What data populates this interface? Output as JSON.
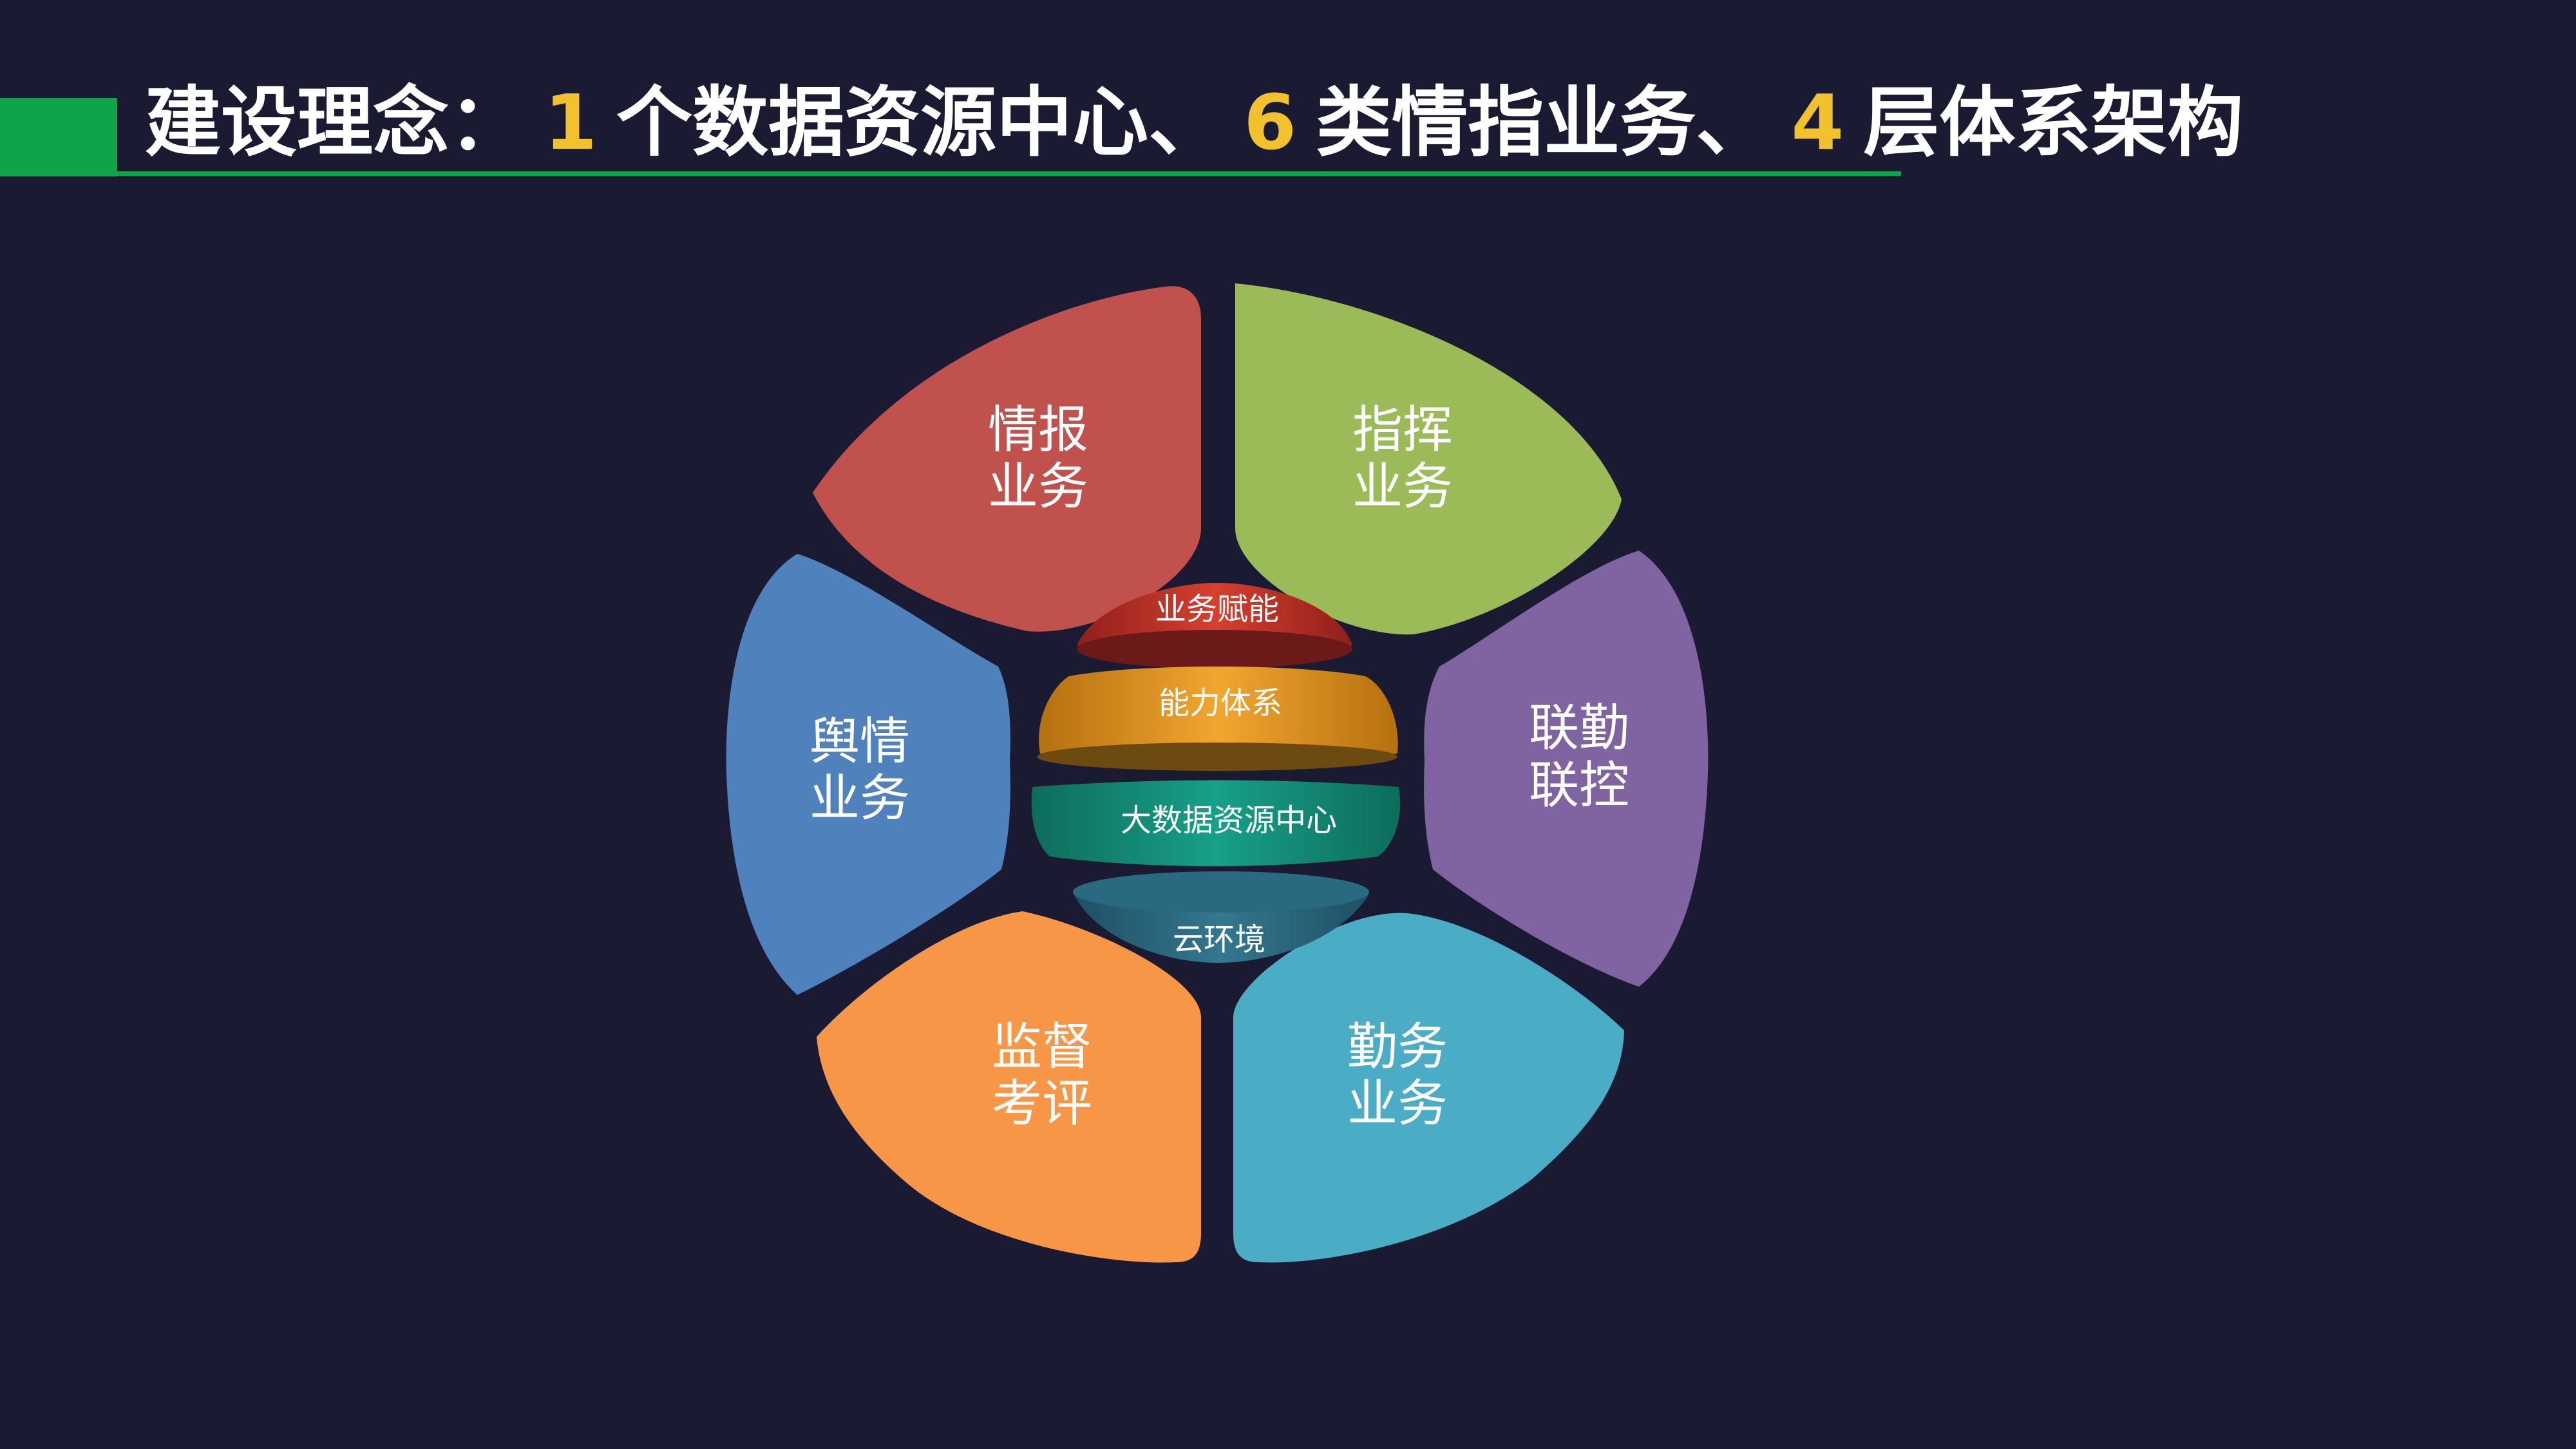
{
  "title": {
    "prefix": "建设理念：",
    "n1": "1",
    "part1": "个数据资源中心、",
    "n2": "6",
    "part2": "类情指业务、",
    "n3": "4",
    "part3": "层体系架构"
  },
  "segments": [
    {
      "line1": "情报",
      "line2": "业务",
      "color": "#c0514d"
    },
    {
      "line1": "指挥",
      "line2": "业务",
      "color": "#9bbb59"
    },
    {
      "line1": "联勤",
      "line2": "联控",
      "color": "#8064a2"
    },
    {
      "line1": "勤务",
      "line2": "业务",
      "color": "#4bacc6"
    },
    {
      "line1": "监督",
      "line2": "考评",
      "color": "#f79646"
    },
    {
      "line1": "舆情",
      "line2": "业务",
      "color": "#4f81bd"
    }
  ],
  "layers": [
    {
      "label": "业务赋能",
      "color": "#c9352b"
    },
    {
      "label": "能力体系",
      "color": "#eea12a"
    },
    {
      "label": "大数据资源中心",
      "color": "#169c82"
    },
    {
      "label": "云环境",
      "color": "#2f6f86"
    }
  ],
  "colors": {
    "background": "#1b1a33",
    "accent_green": "#10a44a",
    "title_number": "#f2c12e"
  }
}
